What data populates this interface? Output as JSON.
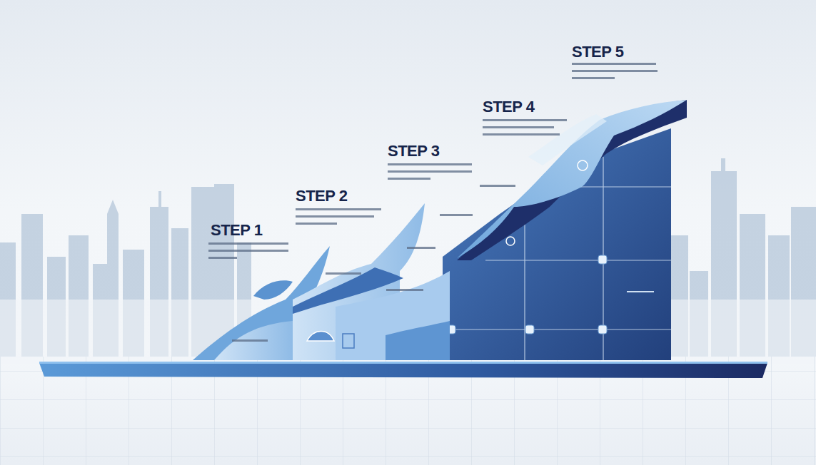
{
  "diagram": {
    "labels": [
      "STEP 5",
      "STEP 4",
      "STEP 3",
      "STEP 2",
      "STEP 1"
    ]
  }
}
